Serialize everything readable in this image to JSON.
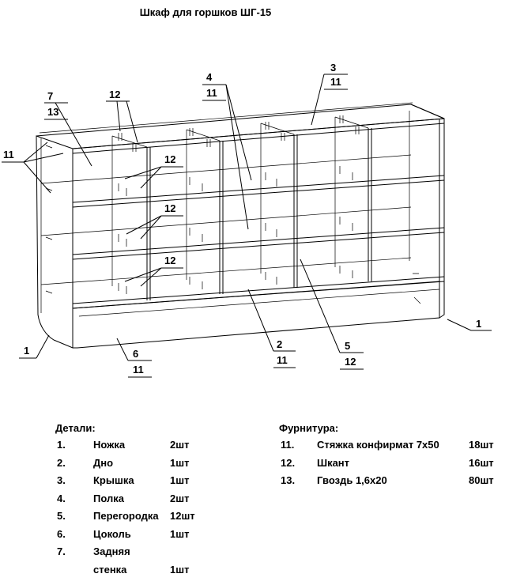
{
  "title": "Шкаф для горшков ШГ-15",
  "callouts": {
    "c1_left": "1",
    "c1_right": "1",
    "c2_top": "2",
    "c2_bot": "11",
    "c3_top": "3",
    "c3_bot": "11",
    "c4_top": "4",
    "c4_bot": "11",
    "c5_top": "5",
    "c5_bot": "12",
    "c6_top": "6",
    "c6_bot": "11",
    "c7_top": "7",
    "c7_bot": "13",
    "c11_left": "11",
    "c12_a": "12",
    "c12_b": "12",
    "c12_c": "12",
    "c12_d": "12"
  },
  "parts": {
    "header": "Детали:",
    "items": [
      {
        "num": "1.",
        "name": "Ножка",
        "qty": "2шт"
      },
      {
        "num": "2.",
        "name": "Дно",
        "qty": "1шт"
      },
      {
        "num": "3.",
        "name": "Крышка",
        "qty": "1шт"
      },
      {
        "num": "4.",
        "name": "Полка",
        "qty": "2шт"
      },
      {
        "num": "5.",
        "name": "Перегородка",
        "qty": "12шт"
      },
      {
        "num": "6.",
        "name": "Цоколь",
        "qty": "1шт"
      },
      {
        "num": "7.",
        "name": "Задняя",
        "qty": ""
      },
      {
        "num": "",
        "name": "стенка",
        "qty": "1шт"
      }
    ]
  },
  "hardware": {
    "header": "Фурнитура:",
    "items": [
      {
        "num": "11.",
        "name": "Стяжка конфирмат 7х50",
        "qty": "18шт"
      },
      {
        "num": "12.",
        "name": "Шкант",
        "qty": "16шт"
      },
      {
        "num": "13.",
        "name": "Гвоздь 1,6х20",
        "qty": "80шт"
      }
    ]
  }
}
